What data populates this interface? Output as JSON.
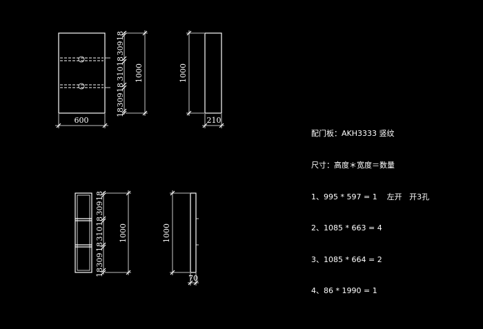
{
  "drawing": {
    "top_front": {
      "width_dim": "600",
      "height_dim": "1000",
      "segments": [
        "18",
        "309",
        "18",
        "310",
        "18",
        "309",
        "18"
      ]
    },
    "top_side": {
      "height_dim": "1000",
      "depth_dim": "210"
    },
    "bottom_front": {
      "height_dim": "1000",
      "segments": [
        "18",
        "309",
        "18",
        "310",
        "18",
        "309",
        "18"
      ]
    },
    "bottom_side": {
      "height_dim": "1000",
      "depth_dim": "70"
    }
  },
  "notes": {
    "line1": "配门板：AKH3333 竖纹",
    "line2": "尺寸：高度＊宽度＝数量",
    "line3": "1、995 * 597 = 1    左开   开3孔",
    "line4": "2、1085 * 663 = 4",
    "line5": "3、1085 * 664 = 2",
    "line6": "4、86 * 1990 = 1"
  }
}
